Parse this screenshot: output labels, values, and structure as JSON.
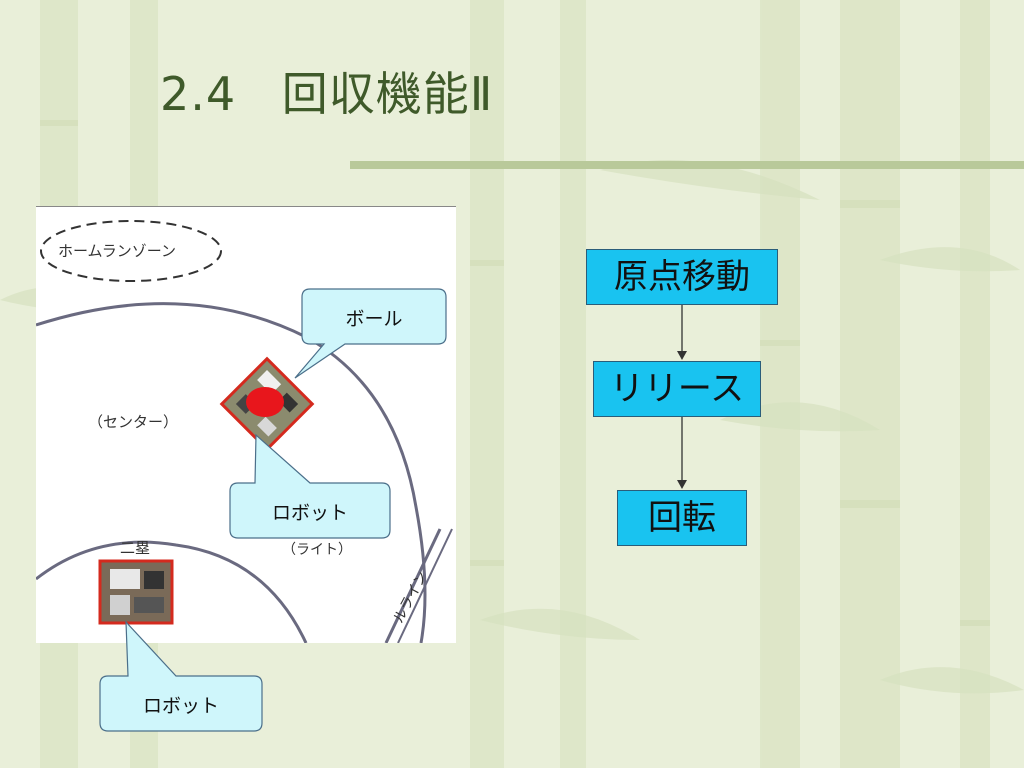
{
  "slide": {
    "title_num": "2.4",
    "title_text": "回収機能Ⅱ"
  },
  "field": {
    "home_zone_label": "ホームランゾーン",
    "center_label": "（センター）",
    "base_label": "二塁",
    "right_label": "（ライト）",
    "line_label": "ルライン"
  },
  "callouts": {
    "ball": "ボール",
    "robot_top": "ロボット",
    "robot_bottom": "ロボット"
  },
  "flow": {
    "step1": "原点移動",
    "step2": "リリース",
    "step3": "回転"
  },
  "colors": {
    "flow_fill": "#19c3f0",
    "callout_fill": "#cff6fb",
    "ball": "#e8161c",
    "robot_border": "#d42a1e",
    "title": "#3f5a2a"
  }
}
